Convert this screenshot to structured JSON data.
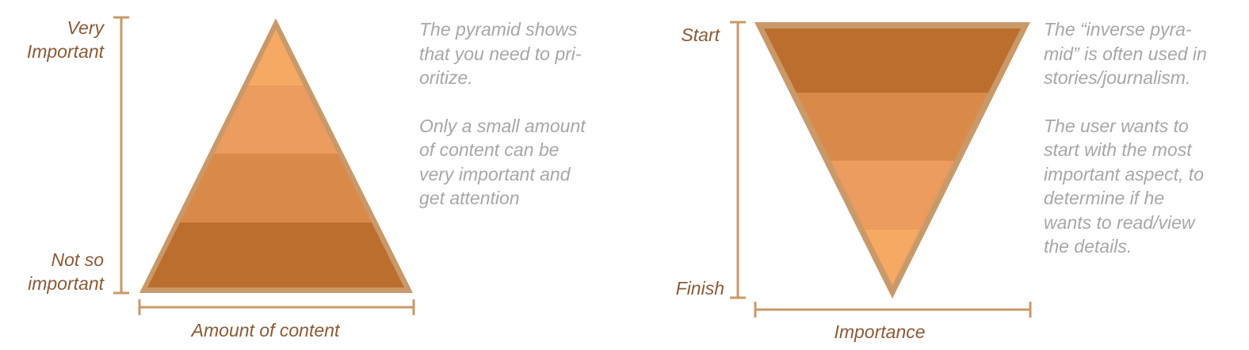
{
  "colors": {
    "frame": "#c9996a",
    "axis": "#c9996a",
    "label": "#8a5a36",
    "description": "#a7a7a7",
    "band_light": "#f5a962",
    "band_mid_light": "#eb9c5e",
    "band_mid_dark": "#da8a48",
    "band_dark": "#bc6e2e"
  },
  "pyramid": {
    "top_label": "Very\nImportant",
    "bottom_label": "Not so\nimportant",
    "axis_label": "Amount of content",
    "description": [
      "The pyramid shows\nthat you need to pri-\noritize.",
      "Only a small amount\nof content can be\nvery important and\nget attention"
    ]
  },
  "inverse_pyramid": {
    "top_label": "Start",
    "bottom_label": "Finish",
    "axis_label": "Importance",
    "description": [
      "The “inverse pyra-\nmid” is often used in\nstories/journalism.",
      "The user wants to\nstart with the most\nimportant aspect, to\ndetermine if he\nwants to read/view\nthe details."
    ]
  }
}
